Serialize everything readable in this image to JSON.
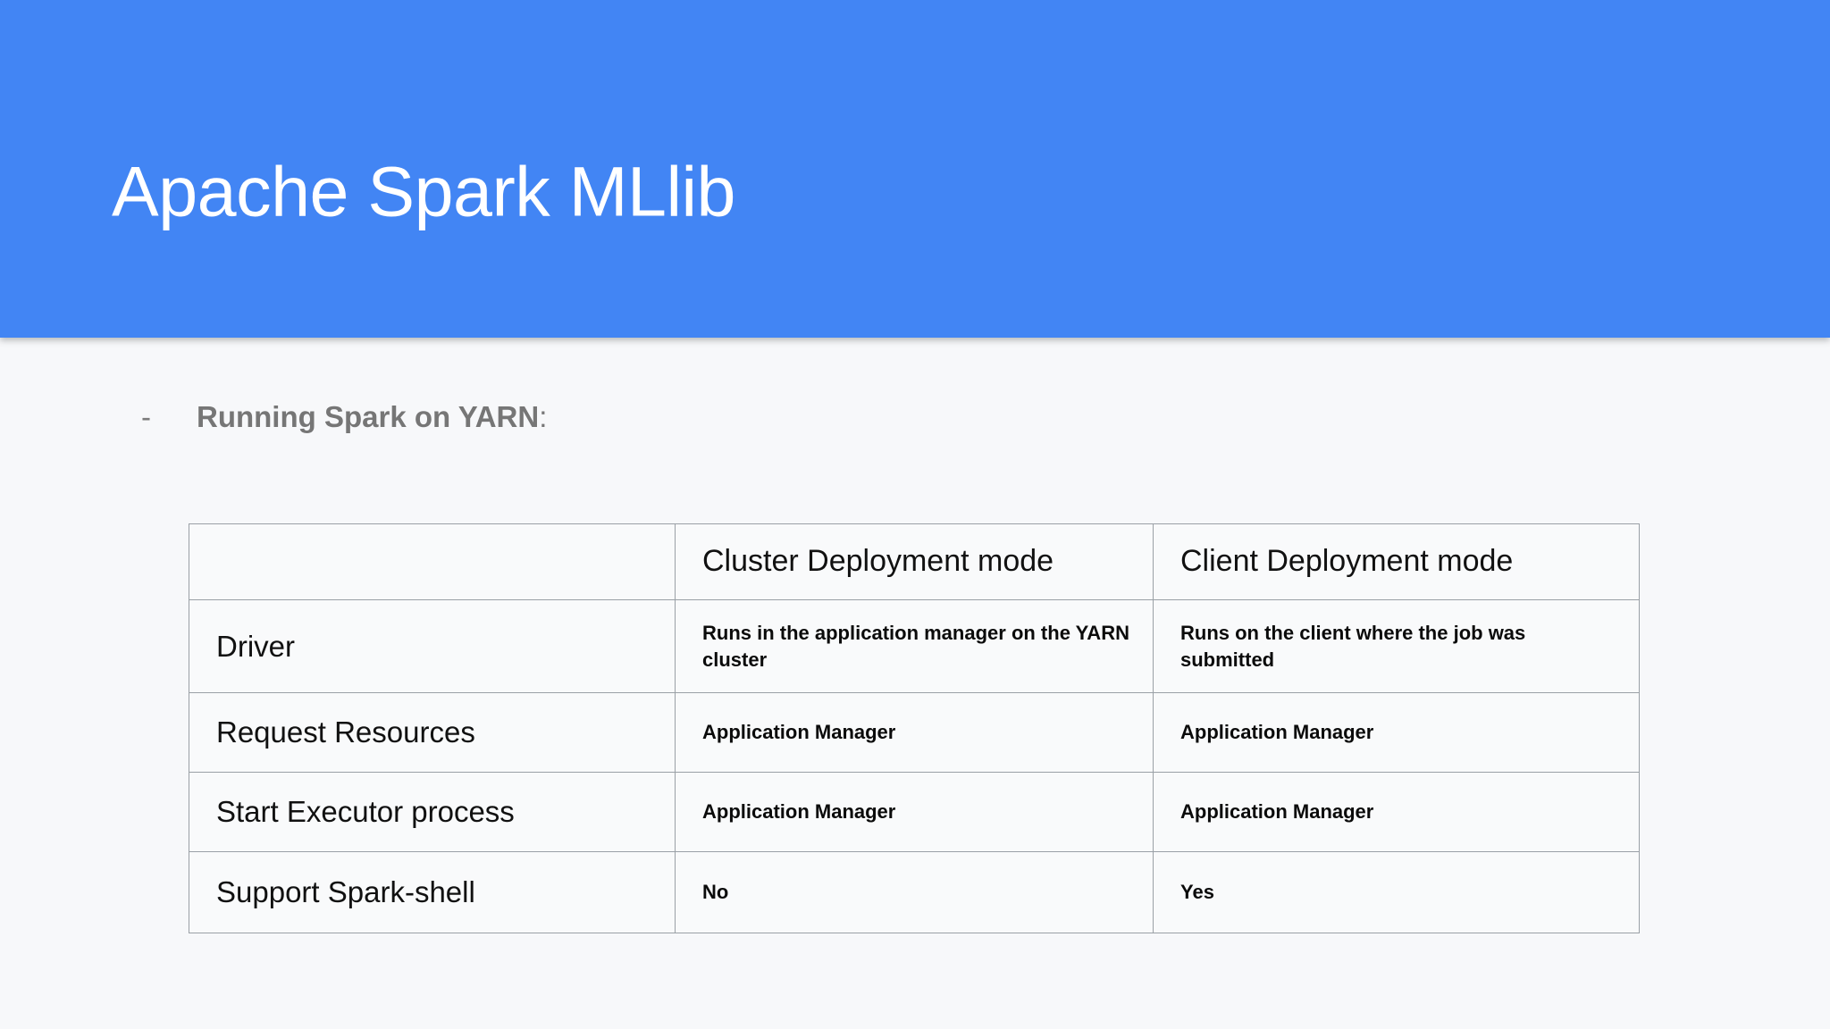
{
  "slide": {
    "title": "Apache Spark MLlib",
    "accent_color": "#4285F4",
    "background_color": "#F7F8FA",
    "title_color": "#FFFFFF"
  },
  "bullet": {
    "marker": "-",
    "text": "Running Spark on YARN",
    "suffix": ":",
    "color": "#767676"
  },
  "table": {
    "border_color": "#9AA0A6",
    "headers": [
      "",
      "Cluster Deployment mode",
      "Client Deployment mode"
    ],
    "rows": [
      {
        "label": "Driver",
        "cluster": "Runs in the application manager on the YARN cluster",
        "client": "Runs on the client where the job was submitted"
      },
      {
        "label": "Request Resources",
        "cluster": "Application Manager",
        "client": "Application Manager"
      },
      {
        "label": "Start Executor process",
        "cluster": "Application Manager",
        "client": "Application Manager"
      },
      {
        "label": "Support Spark-shell",
        "cluster": "No",
        "client": "Yes"
      }
    ]
  }
}
